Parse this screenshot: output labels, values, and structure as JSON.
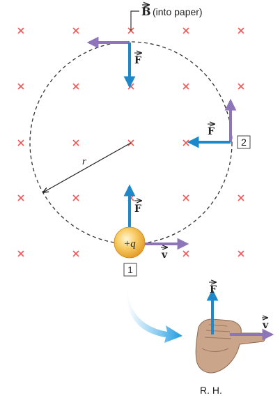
{
  "field_label": {
    "symbol": "B",
    "text": "(into paper)"
  },
  "force_label": "F",
  "velocity_label": "v",
  "radius_label": "r",
  "charge_label": "+q",
  "position_labels": [
    "1",
    "2"
  ],
  "hand_label": "R. H.",
  "icons": [
    "field-into-page-x",
    "force-arrow",
    "velocity-arrow",
    "right-hand-icon",
    "curved-arrow-icon"
  ],
  "colors": {
    "field_x": "#ee5555",
    "force": "#1e88c8",
    "velocity": "#8e74b8",
    "orbit": "#333333",
    "charge": "#f2b53c"
  }
}
